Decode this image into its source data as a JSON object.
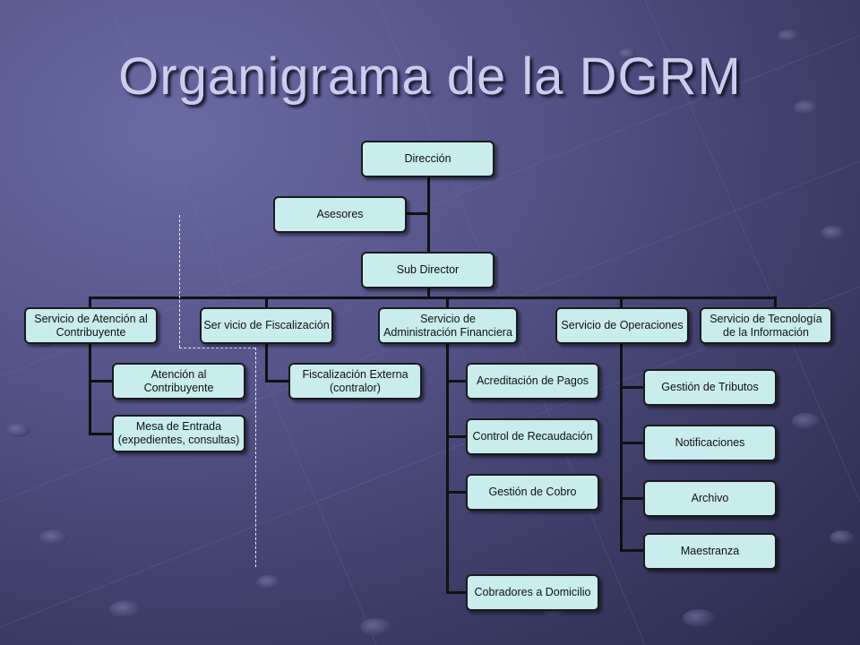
{
  "title": "Organigrama de la DGRM",
  "nodes": {
    "direccion": "Dirección",
    "asesores": "Asesores",
    "sub_director": "Sub Director",
    "servicio_atencion": "Servicio de Atención al\nContribuyente",
    "servicio_fiscalizacion": "Ser vicio de Fiscalización",
    "servicio_admin_financiera": "Servicio de\nAdministración Financiera",
    "servicio_operaciones": "Servicio de Operaciones",
    "servicio_tecnologia": "Servicio de Tecnología\nde la Información",
    "atencion_contribuyente": "Atención al Contribuyente",
    "mesa_entrada": "Mesa de Entrada\n(expedientes, consultas)",
    "fiscalizacion_externa": "Fiscalización Externa\n(contralor)",
    "acreditacion_pagos": "Acreditación de Pagos",
    "control_recaudacion": "Control de Recaudación",
    "gestion_cobro": "Gestión de Cobro",
    "cobradores_domicilio": "Cobradores a Domicilio",
    "gestion_tributos": "Gestión de Tributos",
    "notificaciones": "Notificaciones",
    "archivo": "Archivo",
    "maestranza": "Maestranza"
  },
  "colors": {
    "box_fill": "#c9ecec",
    "box_border": "#1a1a1a",
    "title": "#ccccee",
    "background": "#4a4a7a"
  }
}
